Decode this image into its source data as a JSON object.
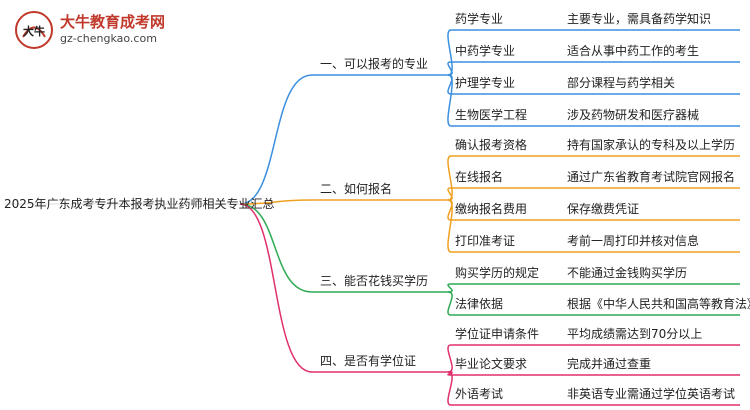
{
  "logo": {
    "title": "大牛教育成考网",
    "url": "gz-chengkao.com",
    "mark_text": "大牛"
  },
  "root": "2025年广东成考专升本报考执业药师相关专业汇总",
  "colors": {
    "branch1": "#3b8fe0",
    "branch2": "#f0a020",
    "branch3": "#2eaa55",
    "branch4": "#e0306a",
    "logo_red": "#c0392b"
  },
  "branches": [
    {
      "label": "一、可以报考的专业",
      "items": [
        {
          "left": "药学专业",
          "right": "主要专业，需具备药学知识"
        },
        {
          "left": "中药学专业",
          "right": "适合从事中药工作的考生"
        },
        {
          "left": "护理学专业",
          "right": "部分课程与药学相关"
        },
        {
          "left": "生物医学工程",
          "right": "涉及药物研发和医疗器械"
        }
      ]
    },
    {
      "label": "二、如何报名",
      "items": [
        {
          "left": "确认报考资格",
          "right": "持有国家承认的专科及以上学历"
        },
        {
          "left": "在线报名",
          "right": "通过广东省教育考试院官网报名"
        },
        {
          "left": "缴纳报名费用",
          "right": "保存缴费凭证"
        },
        {
          "left": "打印准考证",
          "right": "考前一周打印并核对信息"
        }
      ]
    },
    {
      "label": "三、能否花钱买学历",
      "items": [
        {
          "left": "购买学历的规定",
          "right": "不能通过金钱购买学历"
        },
        {
          "left": "法律依据",
          "right": "根据《中华人民共和国高等教育法》"
        }
      ]
    },
    {
      "label": "四、是否有学位证",
      "items": [
        {
          "left": "学位证申请条件",
          "right": "平均成绩需达到70分以上"
        },
        {
          "left": "毕业论文要求",
          "right": "完成并通过查重"
        },
        {
          "left": "外语考试",
          "right": "非英语专业需通过学位英语考试"
        }
      ]
    }
  ]
}
